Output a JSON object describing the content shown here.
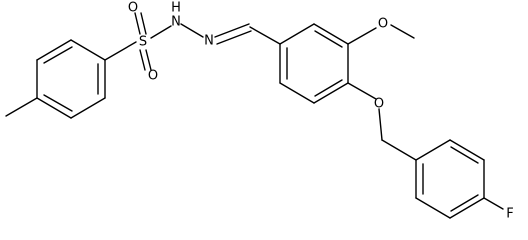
{
  "molecule": {
    "atom_labels": {
      "o1": "O",
      "o2": "O",
      "s": "S",
      "nh": "H",
      "n1": "N",
      "n2": "N",
      "o_methoxy": "O",
      "o_ether": "O",
      "f": "F"
    },
    "colors": {
      "bond": "#000000",
      "label": "#000000",
      "background": "#ffffff"
    }
  }
}
